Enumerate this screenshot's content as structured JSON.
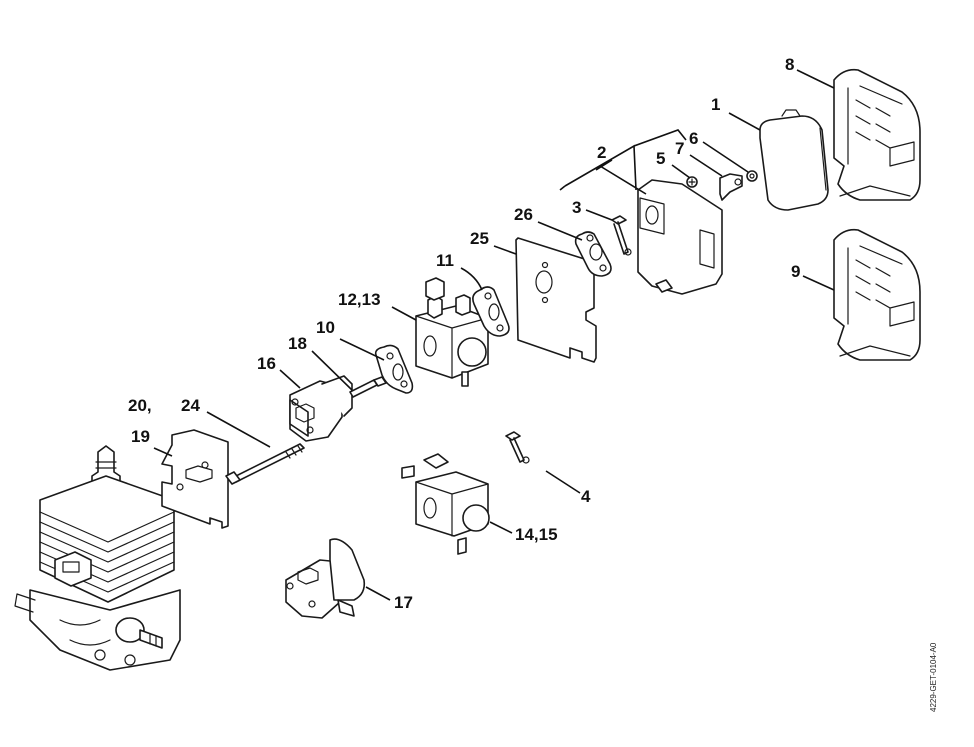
{
  "diagram": {
    "title": "Exploded parts view - carburetor, air filter, intake",
    "reference_code": "4229-GET-0104-A0",
    "callouts": [
      {
        "id": "1",
        "label": "1"
      },
      {
        "id": "2",
        "label": "2"
      },
      {
        "id": "3",
        "label": "3"
      },
      {
        "id": "4",
        "label": "4"
      },
      {
        "id": "5",
        "label": "5"
      },
      {
        "id": "6",
        "label": "6"
      },
      {
        "id": "7",
        "label": "7"
      },
      {
        "id": "8",
        "label": "8"
      },
      {
        "id": "9",
        "label": "9"
      },
      {
        "id": "10",
        "label": "10"
      },
      {
        "id": "11",
        "label": "11"
      },
      {
        "id": "12-13",
        "label": "12,13"
      },
      {
        "id": "14-15",
        "label": "14,15"
      },
      {
        "id": "16",
        "label": "16"
      },
      {
        "id": "17",
        "label": "17"
      },
      {
        "id": "18",
        "label": "18"
      },
      {
        "id": "19",
        "label": "19"
      },
      {
        "id": "20",
        "label": "20,"
      },
      {
        "id": "24",
        "label": "24"
      },
      {
        "id": "25",
        "label": "25"
      },
      {
        "id": "26",
        "label": "26"
      }
    ],
    "parts": [
      {
        "callout": "1",
        "name": "air-filter"
      },
      {
        "callout": "2",
        "name": "filter-base"
      },
      {
        "callout": "3",
        "name": "choke-lever"
      },
      {
        "callout": "4",
        "name": "choke-lever-alt"
      },
      {
        "callout": "5",
        "name": "nut"
      },
      {
        "callout": "6",
        "name": "washer"
      },
      {
        "callout": "7",
        "name": "clip"
      },
      {
        "callout": "8",
        "name": "filter-cover"
      },
      {
        "callout": "9",
        "name": "filter-cover-alt"
      },
      {
        "callout": "10",
        "name": "gasket"
      },
      {
        "callout": "11",
        "name": "gasket"
      },
      {
        "callout": "12-13",
        "name": "carburetor"
      },
      {
        "callout": "14-15",
        "name": "carburetor-alt"
      },
      {
        "callout": "16",
        "name": "manifold"
      },
      {
        "callout": "17",
        "name": "manifold-alt"
      },
      {
        "callout": "18",
        "name": "screw"
      },
      {
        "callout": "19",
        "name": "gasket-plate"
      },
      {
        "callout": "24",
        "name": "long-screw"
      },
      {
        "callout": "25",
        "name": "baffle-plate"
      },
      {
        "callout": "26",
        "name": "gasket"
      }
    ]
  }
}
